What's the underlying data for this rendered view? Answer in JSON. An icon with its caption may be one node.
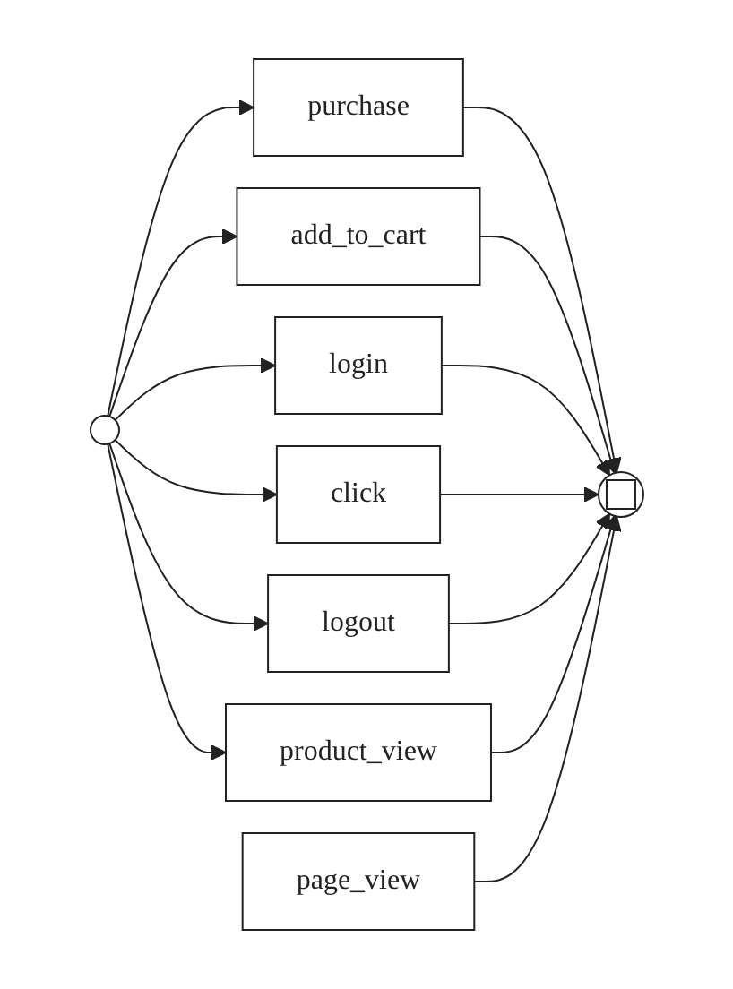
{
  "diagram": {
    "nodes": [
      {
        "text": [],
        "shape": "circle"
      },
      {
        "text": [
          "purchase"
        ]
      },
      {
        "text": [
          "add_to_cart"
        ]
      },
      {
        "text": [
          "login"
        ]
      },
      {
        "text": [
          "click"
        ]
      },
      {
        "text": [
          "logout"
        ]
      },
      {
        "text": [
          "product_view"
        ]
      },
      {
        "text": [
          "page_view"
        ]
      },
      {
        "text": [],
        "shape": "circle"
      }
    ],
    "edges": [
      {
        "from": 0,
        "to": 1,
        "arrow": "to"
      },
      {
        "from": 0,
        "to": 2,
        "arrow": "to"
      },
      {
        "from": 0,
        "to": 3,
        "arrow": "to"
      },
      {
        "from": 0,
        "to": 4,
        "arrow": "to"
      },
      {
        "from": 0,
        "to": 5,
        "arrow": "to"
      },
      {
        "from": 0,
        "to": 6,
        "arrow": "to"
      },
      {
        "from": 1,
        "to": 8,
        "arrow": "to"
      },
      {
        "from": 2,
        "to": 8,
        "arrow": "to"
      },
      {
        "from": 3,
        "to": 8,
        "arrow": "to"
      },
      {
        "from": 4,
        "to": 8,
        "arrow": "to"
      },
      {
        "from": 5,
        "to": 8,
        "arrow": "to"
      },
      {
        "from": 6,
        "to": 8,
        "arrow": "to"
      },
      {
        "from": 7,
        "to": 8,
        "arrow": "to"
      }
    ]
  }
}
